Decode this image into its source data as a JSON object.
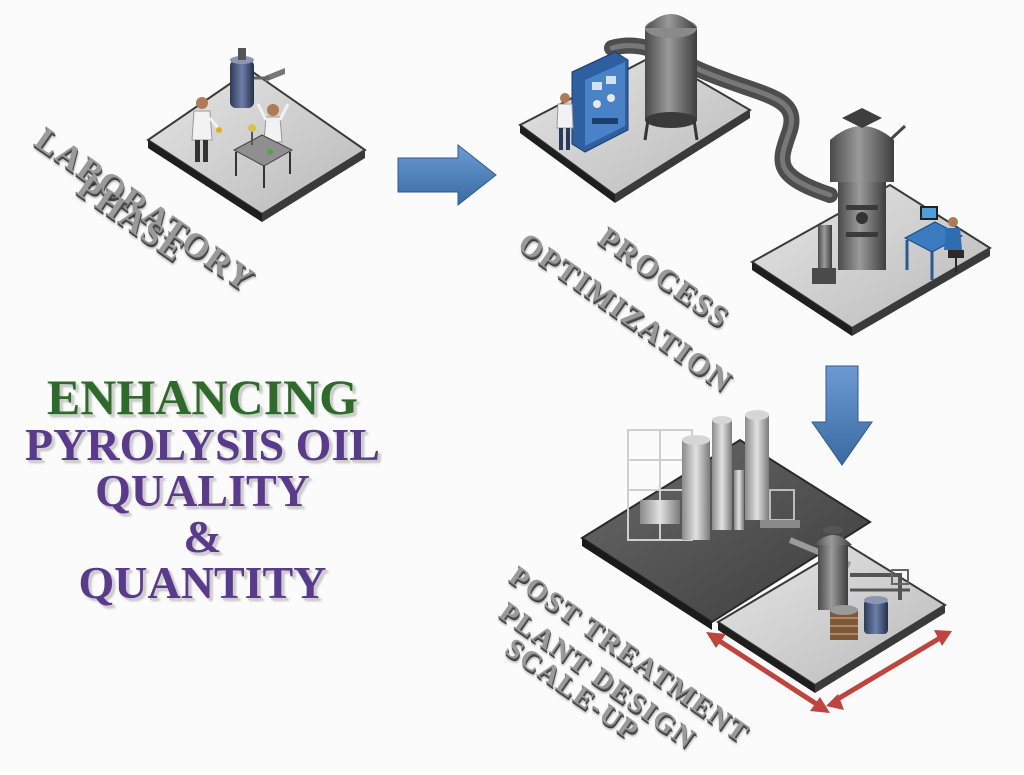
{
  "title": {
    "line1": "ENHANCING",
    "line2": "PYROLYSIS OIL",
    "line3": "QUALITY",
    "line4": "&",
    "line5": "QUANTITY"
  },
  "colors": {
    "title_green": "#2e6b2a",
    "title_purple": "#5a3a8c",
    "flow_arrow": "#4a7bb5",
    "scale_arrow": "#c0443e",
    "platform": "#4b4b4b",
    "label_gray": "#9a9a9a"
  },
  "stages": [
    {
      "label_line1": "LABORATORY",
      "label_line2": "PHASE"
    },
    {
      "label_line1": "PROCESS",
      "label_line2": "OPTIMIZATION"
    },
    {
      "label_line1": "POST TREATMENT",
      "label_line2": "PLANT DESIGN",
      "label_line3": "SCALE-UP"
    }
  ],
  "icons": [
    "scientist-icon",
    "lab-bench-icon",
    "control-panel-icon",
    "reactor-icon",
    "workstation-icon",
    "refinery-plant-icon"
  ]
}
